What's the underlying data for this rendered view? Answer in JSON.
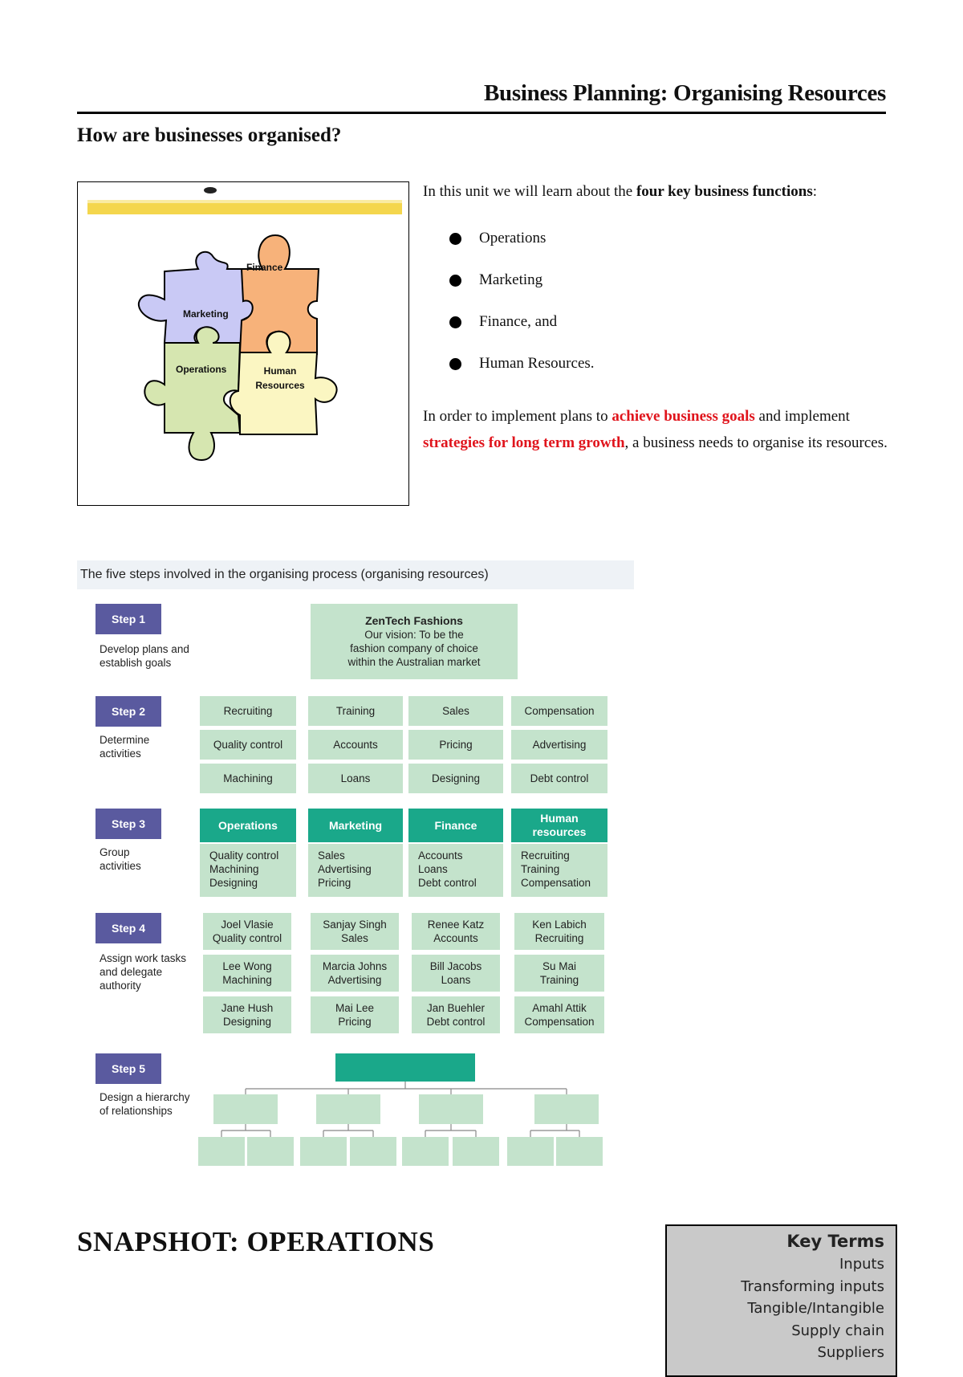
{
  "header": {
    "title": "Business Planning: Organising Resources",
    "subheading": "How are businesses organised?"
  },
  "puzzle": {
    "pieces": [
      "Finance",
      "Marketing",
      "Operations",
      "Human Resources"
    ],
    "colors": {
      "marketing": "#c9c9f5",
      "finance": "#f7b27a",
      "operations": "#d6e6b0",
      "human_resources": "#fbf6c2"
    }
  },
  "intro": {
    "lead": "In this unit we will learn about the",
    "lead_bold": "four key business functions",
    "lead_end": ":",
    "bullets": [
      "Operations",
      "Marketing",
      "Finance, and",
      "Human Resources."
    ],
    "para_1": "In order to implement plans to",
    "para_red_1": "achieve business goals",
    "para_2": "and implement",
    "para_red_2": "strategies for long term growth",
    "para_3": ", a business needs to organise its resources."
  },
  "diagram": {
    "title": "The five steps involved in the organising process (organising resources)",
    "steps": [
      {
        "label": "Step 1",
        "desc": "Develop plans and\nestablish goals"
      },
      {
        "label": "Step 2",
        "desc": "Determine\nactivities"
      },
      {
        "label": "Step 3",
        "desc": "Group\nactivities"
      },
      {
        "label": "Step 4",
        "desc": "Assign work tasks\nand delegate\nauthority"
      },
      {
        "label": "Step 5",
        "desc": "Design a hierarchy\nof relationships"
      }
    ],
    "vision": {
      "title": "ZenTech Fashions",
      "text": "Our vision: To be the\nfashion company of choice\nwithin the Australian market"
    },
    "activities": [
      [
        "Recruiting",
        "Training",
        "Sales",
        "Compensation"
      ],
      [
        "Quality control",
        "Accounts",
        "Pricing",
        "Advertising"
      ],
      [
        "Machining",
        "Loans",
        "Designing",
        "Debt control"
      ]
    ],
    "groups": [
      {
        "name": "Operations",
        "items": "Quality control\nMachining\nDesigning"
      },
      {
        "name": "Marketing",
        "items": "Sales\nAdvertising\nPricing"
      },
      {
        "name": "Finance",
        "items": "Accounts\nLoans\nDebt control"
      },
      {
        "name": "Human\nresources",
        "items": "Recruiting\nTraining\nCompensation"
      }
    ],
    "assignments": [
      [
        "Joel Vlasie\nQuality control",
        "Sanjay Singh\nSales",
        "Renee Katz\nAccounts",
        "Ken Labich\nRecruiting"
      ],
      [
        "Lee Wong\nMachining",
        "Marcia Johns\nAdvertising",
        "Bill Jacobs\nLoans",
        "Su Mai\nTraining"
      ],
      [
        "Jane Hush\nDesigning",
        "Mai Lee\nPricing",
        "Jan Buehler\nDebt control",
        "Amahl Attik\nCompensation"
      ]
    ],
    "colors": {
      "step": "#5a5a9f",
      "dark": "#1aa88a",
      "light": "#c4e3cc"
    }
  },
  "snapshot": {
    "title": "SNAPSHOT: OPERATIONS"
  },
  "key_terms": {
    "title": "Key Terms",
    "items": [
      "Inputs",
      "Transforming inputs",
      "Tangible/Intangible",
      "Supply chain",
      "Suppliers"
    ]
  }
}
